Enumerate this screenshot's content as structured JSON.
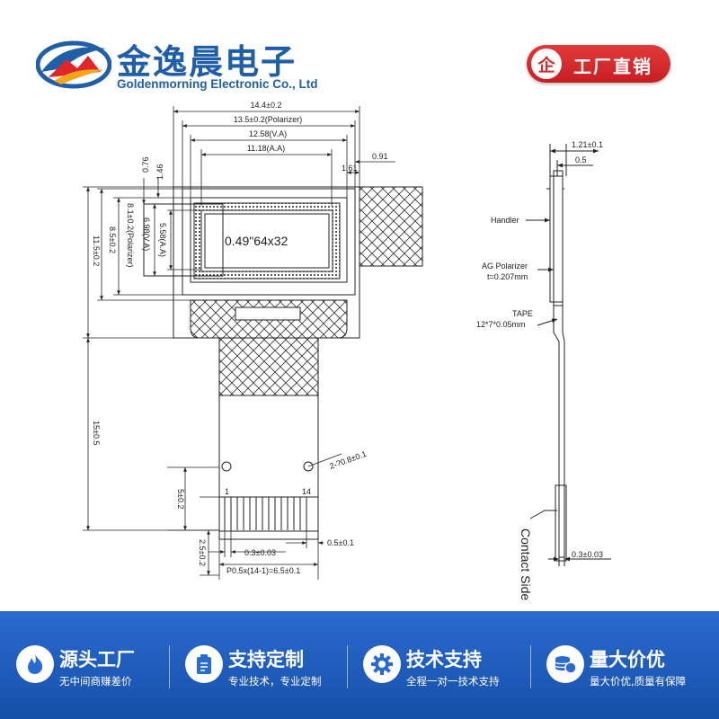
{
  "header": {
    "brand_cn": "金逸晨电子",
    "brand_en": "Goldenmorning Electronic Co., Ltd",
    "badge_char": "企",
    "badge_text": "工厂直销"
  },
  "drawing": {
    "dims": {
      "outer_width": "14.4±0.2",
      "polarizer_width": "13.5±0.2(Polarizer)",
      "va_width": "12.58(V.A)",
      "aa_width": "11.18(A.A)",
      "offset_091": "0.91",
      "offset_161": "1.61",
      "offset_146": "1.46",
      "offset_076": "0.76",
      "aa_height": "5.58(A.A)",
      "va_height": "6.98(V.A)",
      "polarizer_height": "8.1±0.2(Polarizer)",
      "panel_height": "8.5±0.2",
      "glass_height": "11.5±0.2",
      "fpc_length": "15±0.5",
      "pad_length": "5±0.2",
      "tail_length": "2.5±0.2",
      "hole_dia": "2-?0.8±0.1",
      "pin_first": "1",
      "pin_last": "14",
      "pin_width": "0.3±0.03",
      "pin_gap": "0.5±0.1",
      "pitch": "P0.5x(14-1)=6.5±0.1",
      "side_total": "1.21±0.1",
      "side_05": "0.5",
      "side_thick": "0.3±0.03"
    },
    "display_label": "0.49\"64x32",
    "side_labels": {
      "handler": "Handler",
      "ag_polarizer": "AG Polarizer",
      "ag_thickness": "t=0.207mm",
      "tape": "TAPE",
      "tape_size": "12*7*0.05mm",
      "contact_side": "Contact Side"
    }
  },
  "footer": {
    "items": [
      {
        "icon": "flame-icon",
        "title": "源头工厂",
        "subtitle": "无中间商赚差价"
      },
      {
        "icon": "clipboard-icon",
        "title": "支持定制",
        "subtitle": "专业技术，专业定制"
      },
      {
        "icon": "gear-icon",
        "title": "技术支持",
        "subtitle": "全程一对一技术支持"
      },
      {
        "icon": "coins-icon",
        "title": "量大价优",
        "subtitle": "量大价优,质量有保障"
      }
    ]
  }
}
